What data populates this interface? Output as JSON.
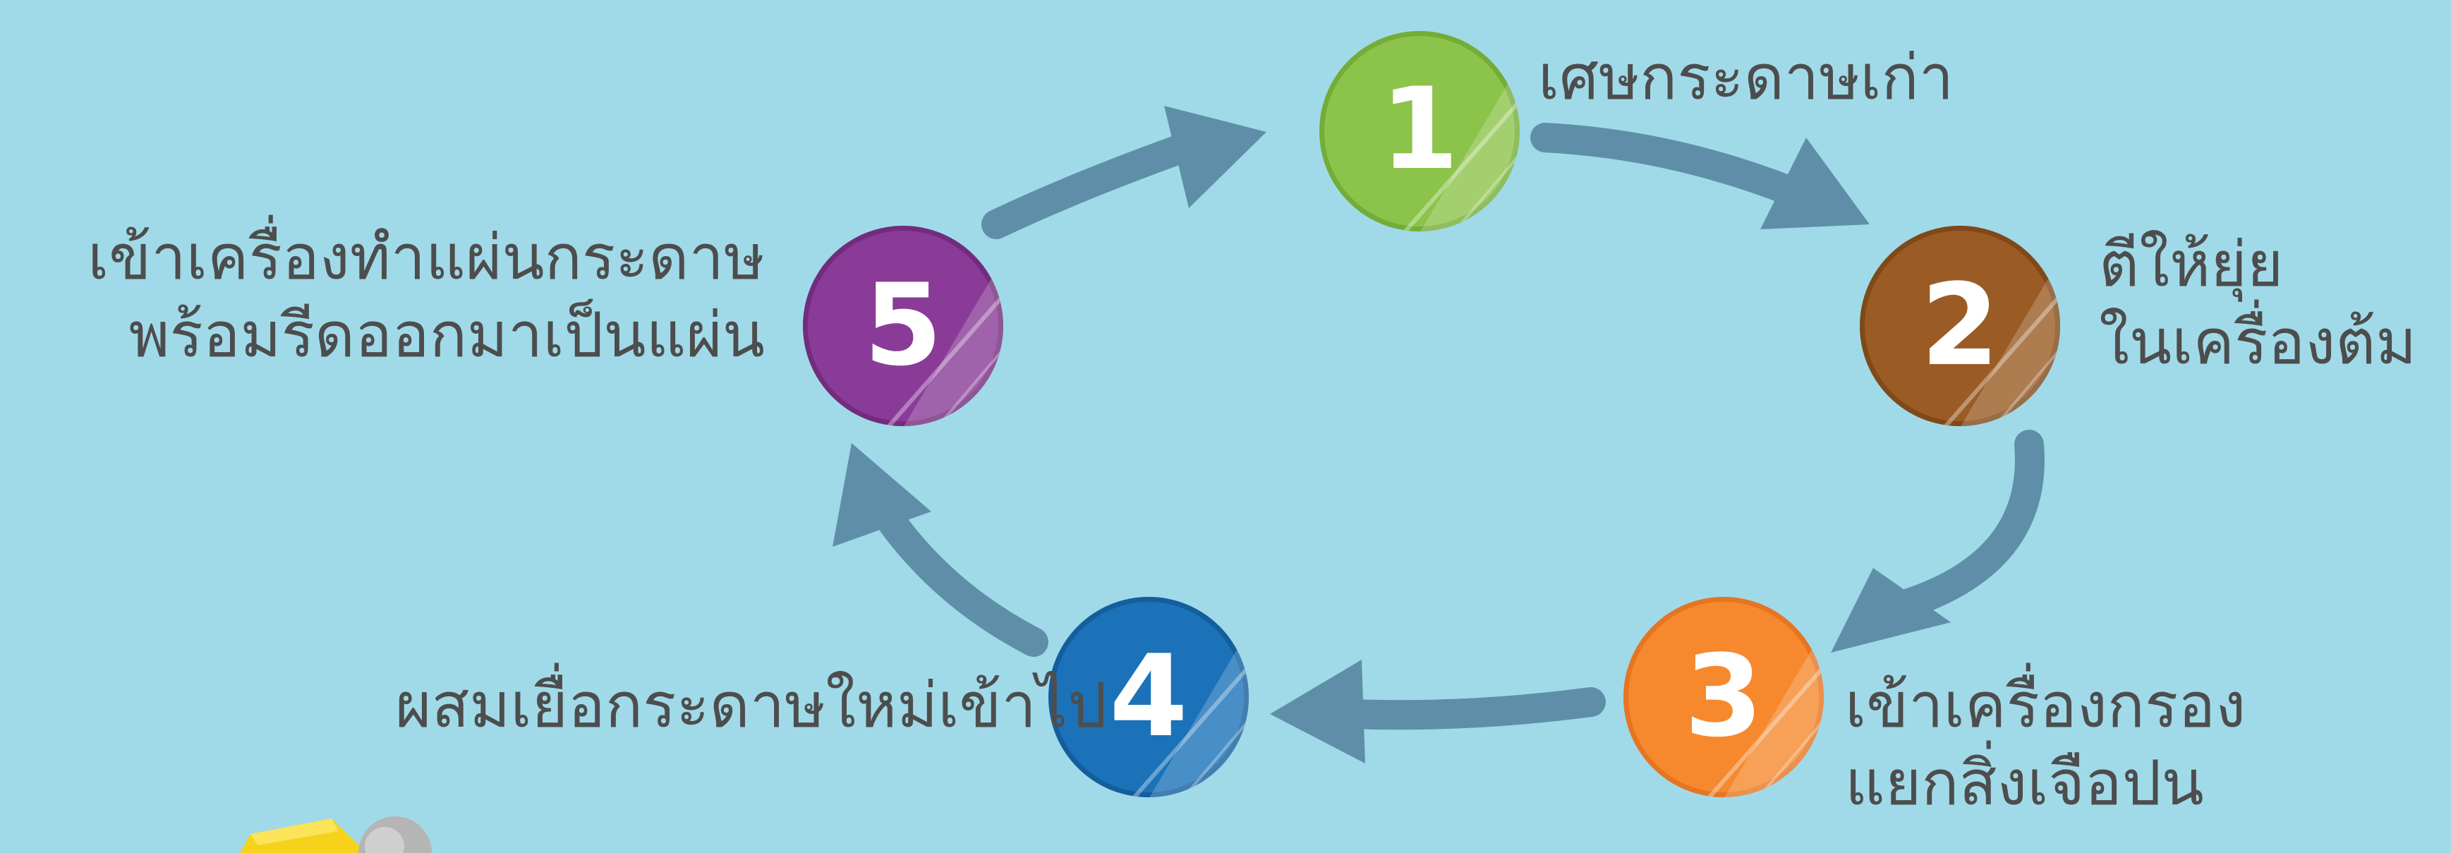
{
  "steps": [
    {
      "number": "1",
      "label_lines": [
        "เศษกระดาษเก่า"
      ],
      "color": "#8cc34a"
    },
    {
      "number": "2",
      "label_lines": [
        "ตีให้ยุ่ย",
        "ในเครื่องต้ม"
      ],
      "color": "#9a5c24"
    },
    {
      "number": "3",
      "label_lines": [
        "เข้าเครื่องกรอง",
        "แยกสิ่งเจือปน"
      ],
      "color": "#f6892e"
    },
    {
      "number": "4",
      "label_lines": [
        "ผสมเยื่อกระดาษใหม่เข้าไป"
      ],
      "color": "#1b72b9"
    },
    {
      "number": "5",
      "label_lines": [
        "เข้าเครื่องทำแผ่นกระดาษ",
        "พร้อมรีดออกมาเป็นแผ่น"
      ],
      "color": "#8a3b98"
    }
  ],
  "colors": {
    "background": "#a0dae9",
    "arrow": "#5f8fa8",
    "label_text": "#4d4d4d"
  }
}
